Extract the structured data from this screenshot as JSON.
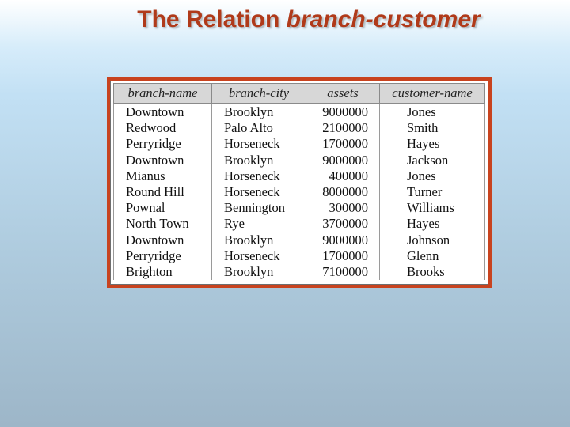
{
  "title": {
    "prefix": "The Relation ",
    "relation": "branch-customer"
  },
  "table": {
    "headers": [
      "branch-name",
      "branch-city",
      "assets",
      "customer-name"
    ],
    "rows": [
      [
        "Downtown",
        "Brooklyn",
        "9000000",
        "Jones"
      ],
      [
        "Redwood",
        "Palo Alto",
        "2100000",
        "Smith"
      ],
      [
        "Perryridge",
        "Horseneck",
        "1700000",
        "Hayes"
      ],
      [
        "Downtown",
        "Brooklyn",
        "9000000",
        "Jackson"
      ],
      [
        "Mianus",
        "Horseneck",
        "400000",
        "Jones"
      ],
      [
        "Round Hill",
        "Horseneck",
        "8000000",
        "Turner"
      ],
      [
        "Pownal",
        "Bennington",
        "300000",
        "Williams"
      ],
      [
        "North Town",
        "Rye",
        "3700000",
        "Hayes"
      ],
      [
        "Downtown",
        "Brooklyn",
        "9000000",
        "Johnson"
      ],
      [
        "Perryridge",
        "Horseneck",
        "1700000",
        "Glenn"
      ],
      [
        "Brighton",
        "Brooklyn",
        "7100000",
        "Brooks"
      ]
    ]
  }
}
